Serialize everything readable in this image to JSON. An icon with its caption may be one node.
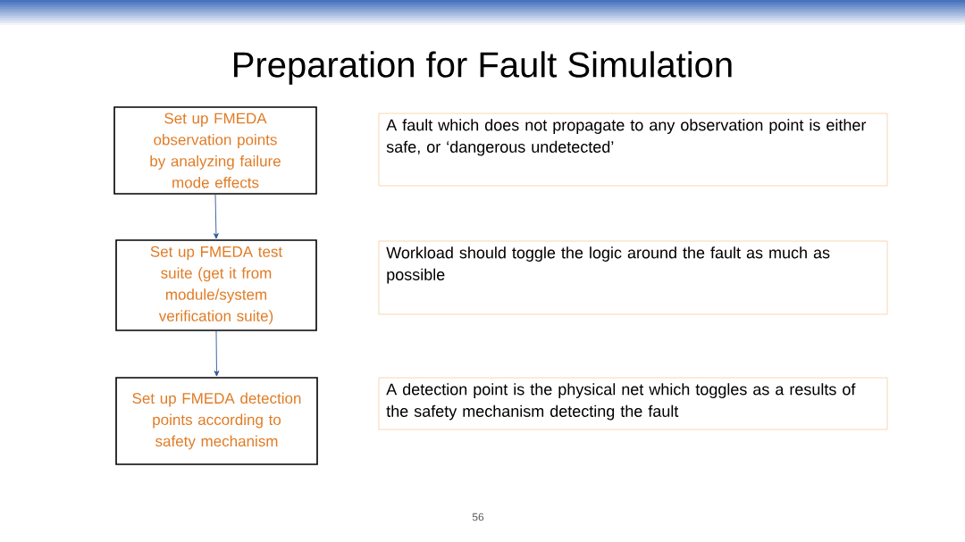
{
  "diagram": {
    "title": "Preparation for Fault Simulation",
    "nodes": [
      {
        "text": [
          "Set up FMEDA observation points by analyzing failure mode effects"
        ]
      },
      {
        "text": [
          "Set up FMEDA test suite (get it from module/system verification suite)"
        ]
      },
      {
        "text": [
          "Set up FMEDA detection points according to safety mechanism"
        ]
      },
      {
        "text": [
          "A fault which does not propagate to any observation point is either safe, or ‘dangerous undetected’"
        ]
      },
      {
        "text": [
          "Workload should toggle the logic around the fault as much as possible"
        ]
      },
      {
        "text": [
          "A detection point is the physical net which toggles as a results of the safety mechanism detecting the fault"
        ]
      }
    ],
    "edges": [
      {
        "from": 0,
        "to": 1,
        "arrow": "to"
      },
      {
        "from": 1,
        "to": 2,
        "arrow": "to"
      }
    ],
    "labels": [
      "56"
    ]
  }
}
